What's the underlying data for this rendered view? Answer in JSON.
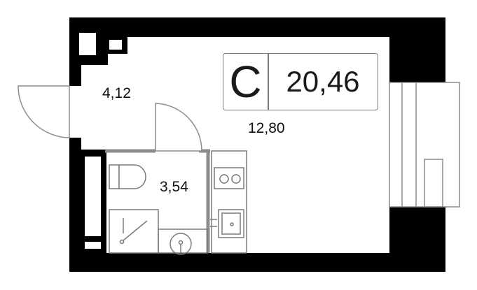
{
  "apartment": {
    "type_letter": "С",
    "total_area": "20,46"
  },
  "rooms": [
    {
      "id": "hall",
      "area": "4,12"
    },
    {
      "id": "living",
      "area": "12,80"
    },
    {
      "id": "bathroom",
      "area": "3,54"
    }
  ],
  "colors": {
    "wall": "#000000",
    "partition": "#8c8c8c",
    "fixture_line": "#7a7a7a",
    "background": "#ffffff"
  }
}
